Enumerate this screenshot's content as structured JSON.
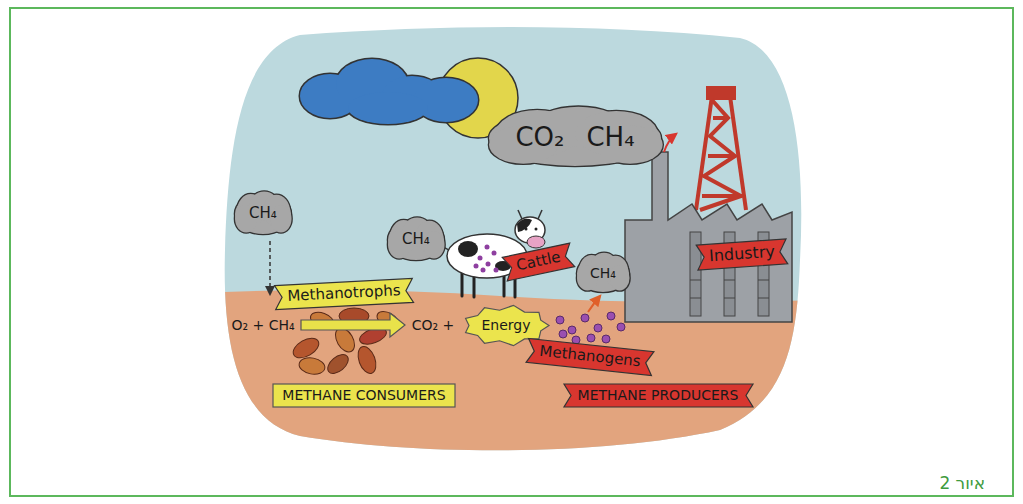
{
  "diagram": {
    "caption": "איור 2",
    "nodes": [
      {
        "text": [
          "CO₂",
          "CH₄"
        ]
      },
      {
        "text": [
          "CH₄"
        ]
      },
      {
        "text": [
          "CH₄"
        ]
      },
      {
        "text": [
          "Industry"
        ]
      },
      {
        "text": [
          "Cattle"
        ]
      },
      {
        "text": [
          "CH₄"
        ]
      },
      {
        "text": [
          "Methanotrophs"
        ]
      },
      {
        "text": [
          "Energy"
        ]
      },
      {
        "text": [
          "Methanogens"
        ]
      },
      {
        "text": [
          "METHANE CONSUMERS"
        ]
      },
      {
        "text": [
          "METHANE PRODUCERS"
        ]
      }
    ],
    "labels": [
      "O₂ + CH₄",
      "CO₂ +"
    ]
  }
}
